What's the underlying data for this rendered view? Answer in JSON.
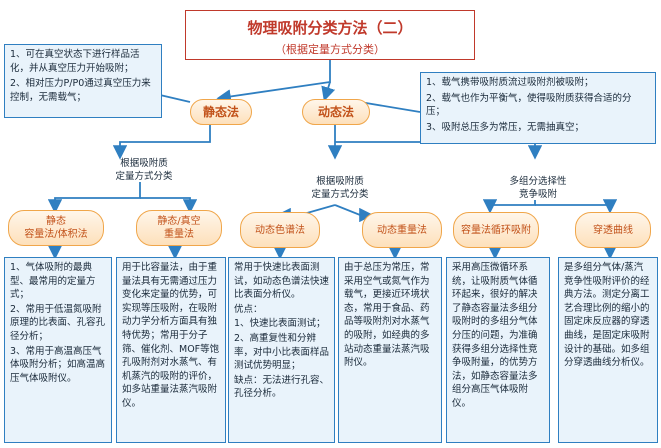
{
  "title": {
    "main": "物理吸附分类方法（二）",
    "sub": "（根据定量方式分类）"
  },
  "static_note": [
    "1、可在真空状态下进行样品活化，并从真空压力开始吸附；",
    "2、相对压力P/P0通过真空压力来控制，无需载气；"
  ],
  "dynamic_note": [
    "1、载气携带吸附质流过吸附剂被吸附；",
    "2、载气也作为平衡气，使得吸附质获得合适的分压；",
    "3、吸附总压多为常压，无需抽真空；"
  ],
  "static_label": "静态法",
  "dynamic_label": "动态法",
  "static_split_label": [
    "根据吸附质",
    "定量方式分类"
  ],
  "dynamic_split_label": [
    "根据吸附质",
    "定量方式分类"
  ],
  "multi_split_label": [
    "多组分选择性",
    "竞争吸附"
  ],
  "methods": [
    {
      "name": [
        "静态",
        "容量法/体积法"
      ]
    },
    {
      "name": [
        "静态/真空",
        "重量法"
      ]
    },
    {
      "name": [
        "动态色谱法"
      ]
    },
    {
      "name": [
        "动态重量法"
      ]
    },
    {
      "name": [
        "容量法循环吸附"
      ]
    },
    {
      "name": [
        "穿透曲线"
      ]
    }
  ],
  "descriptions": [
    [
      "1、气体吸附的最典型、最常用的定量方式；",
      "2、常用于低温氮吸附原理的比表面、孔容孔径分析；",
      "3、常用于高温高压气体吸附分析；如高温高压气体吸附仪。"
    ],
    [
      "用于比容量法，由于重量法具有无需通过压力变化来定量的优势，可实现等压吸附，在吸附动力学分析方面具有独特优势；常用于分子筛、催化剂、MOF等饱孔吸附剂对水蒸气、有机蒸汽的吸附的评价，如多站重量法蒸汽吸附仪。"
    ],
    [
      "常用于快速比表面测试，如动态色谱法快速比表面分析仪。",
      "优点：",
      "1、快速比表面测试；",
      "2、高重复性和分辨率，对中小比表面样品测试优势明显；",
      "缺点：无法进行孔容、孔径分析。"
    ],
    [
      "由于总压为常压，常采用空气或氮气作为载气，更接近环境状态，常用于食品、药品等吸附剂对水蒸气的吸附，如经典的多站动态重量法蒸汽吸附仪。"
    ],
    [
      "采用高压微循环系统，让吸附质气体循环起来，很好的解决了静态容量法多组分吸附时的多组分气体分压的问题，为准确获得多组分选择性竞争吸附量，的优势方法，如静态容量法多组分高压气体吸附仪。"
    ],
    [
      "是多组分气体/蒸汽竞争性吸附评价的经典方法。测定分离工艺合理比例的缩小的固定床反应器的穿透曲线，是固定床吸附设计的基础。如多组分穿透曲线分析仪。"
    ]
  ],
  "colors": {
    "accent_red": "#c0392b",
    "note_border": "#2f7fc1",
    "note_fill": "#e9f3fb",
    "pill_border": "#f0a64a",
    "pill_text": "#c2521a",
    "line": "#2f7fc1"
  }
}
